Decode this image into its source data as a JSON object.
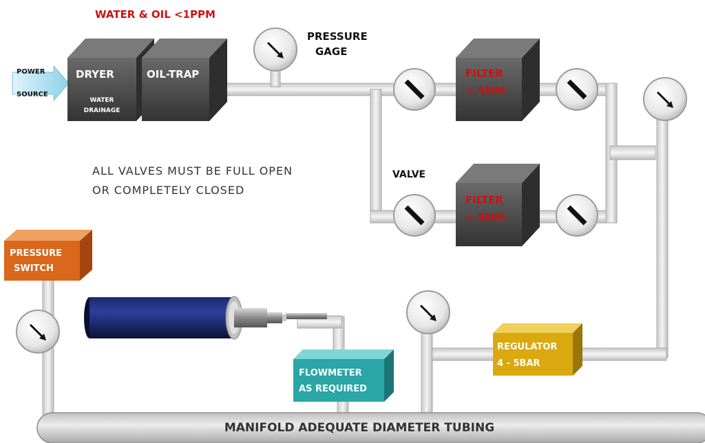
{
  "labels": {
    "water_oil": "Water & Oil <1ppm",
    "pressure_gage_line1": "Pressure",
    "pressure_gage_line2": "Gage",
    "power_line1": "Power",
    "power_line2": "Source",
    "dryer": "Dryer",
    "water_line1": "Water",
    "water_line2": "Drainage",
    "oil_trap": "Oil-trap",
    "filter_top_line1": "Filter",
    "filter_top_line2": "< 5µm",
    "filter_bottom_line1": "Filter",
    "filter_bottom_line2": "< 5µm",
    "valve": "Valve",
    "note_line1": "All Valves must be full open",
    "note_line2": "or completely closed",
    "pressure_switch_line1": "Pressure",
    "pressure_switch_line2": "switch",
    "flowmeter_line1": "Flowmeter",
    "flowmeter_line2": "as required",
    "regulator_line1": "Regulator",
    "regulator_line2": "4 - 5Bar",
    "manifold": "Manifold Adequate Diameter Tubing"
  },
  "colors": {
    "warning_red": "#cc1111",
    "dark_box": "#444444",
    "orange_box": "#d9671c",
    "teal_box": "#2aa6a6",
    "yellow_box": "#d9a90f",
    "pipe": "#d6d6d6"
  },
  "icons": {
    "gauge": "pressure-gauge-icon",
    "valve": "valve-icon",
    "cylinder": "pneumatic-cylinder-icon",
    "arrow": "air-inlet-arrow-icon"
  }
}
